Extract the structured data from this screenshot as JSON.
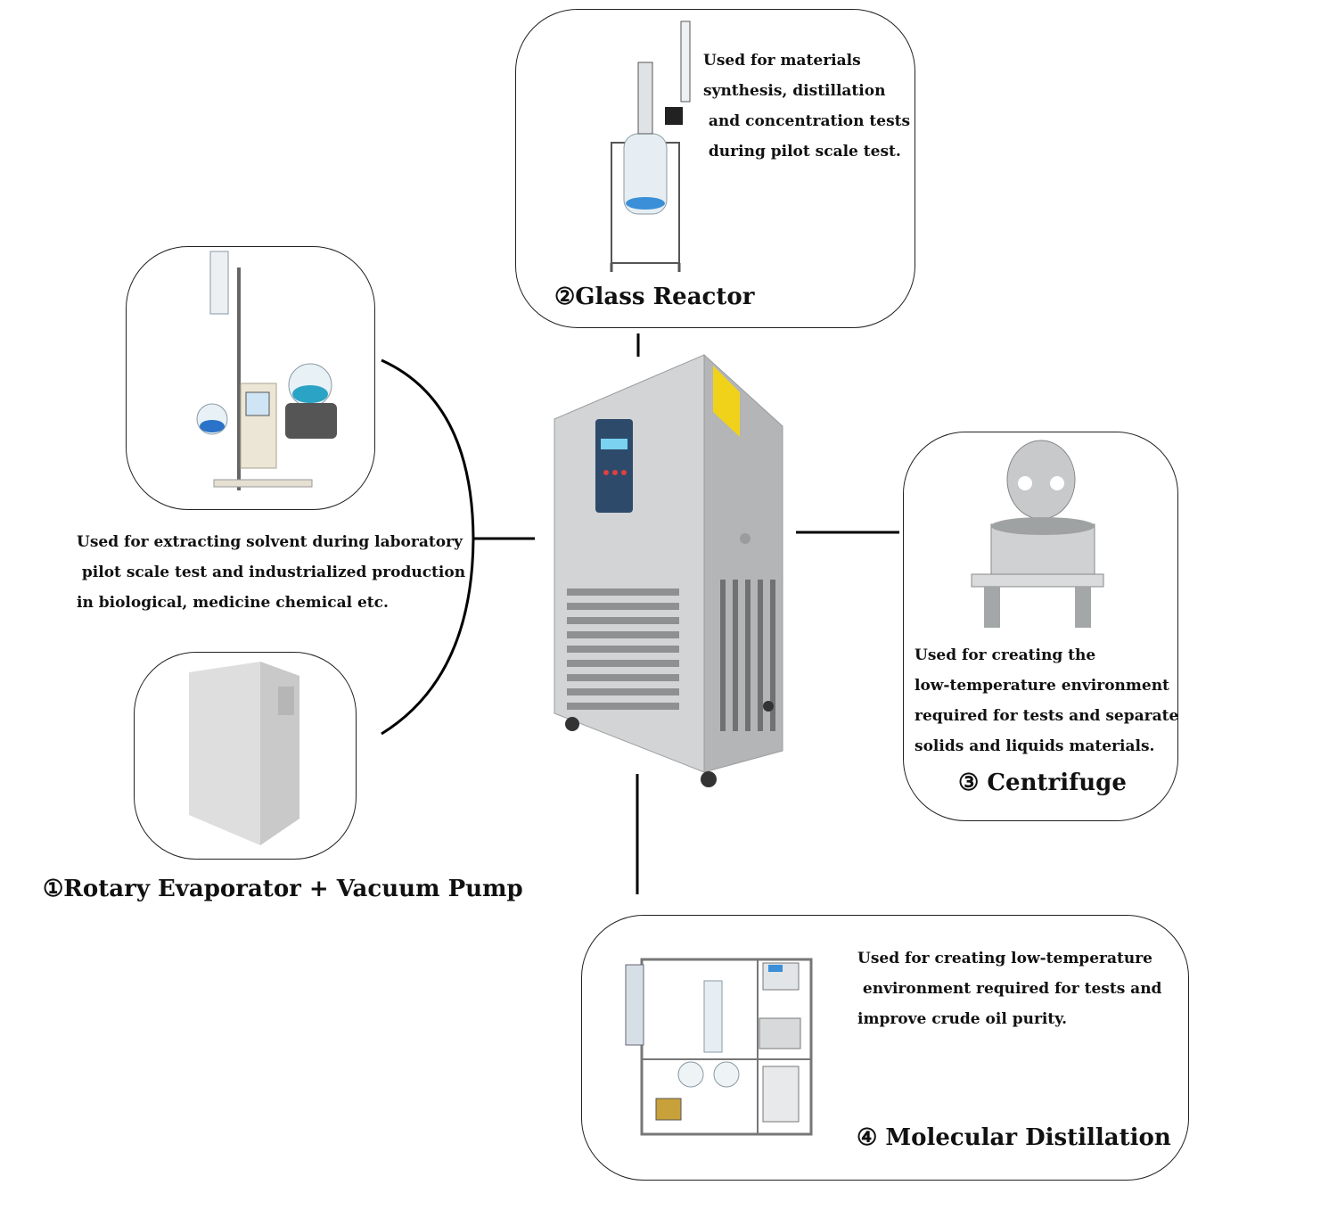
{
  "center": {
    "name": "chiller-unit"
  },
  "items": [
    {
      "id": "rotary",
      "title": "①Rotary Evaporator + Vacuum Pump",
      "desc": "Used for extracting solvent during laboratory\n pilot scale test and industrialized production\nin biological, medicine chemical etc."
    },
    {
      "id": "reactor",
      "title": "②Glass Reactor",
      "desc": "Used for materials\nsynthesis, distillation\n and concentration tests\n during pilot scale test."
    },
    {
      "id": "centrifuge",
      "title": "③ Centrifuge",
      "desc": "Used for creating the\nlow-temperature environment\nrequired for tests and separate\nsolids and liquids materials."
    },
    {
      "id": "distillation",
      "title": "④ Molecular Distillation",
      "desc": "Used for creating low-temperature\n environment required for tests and\nimprove crude oil purity."
    }
  ],
  "colors": {
    "line": "#000000",
    "metal": "#c9cbcc",
    "blue": "#3a8fd8"
  }
}
